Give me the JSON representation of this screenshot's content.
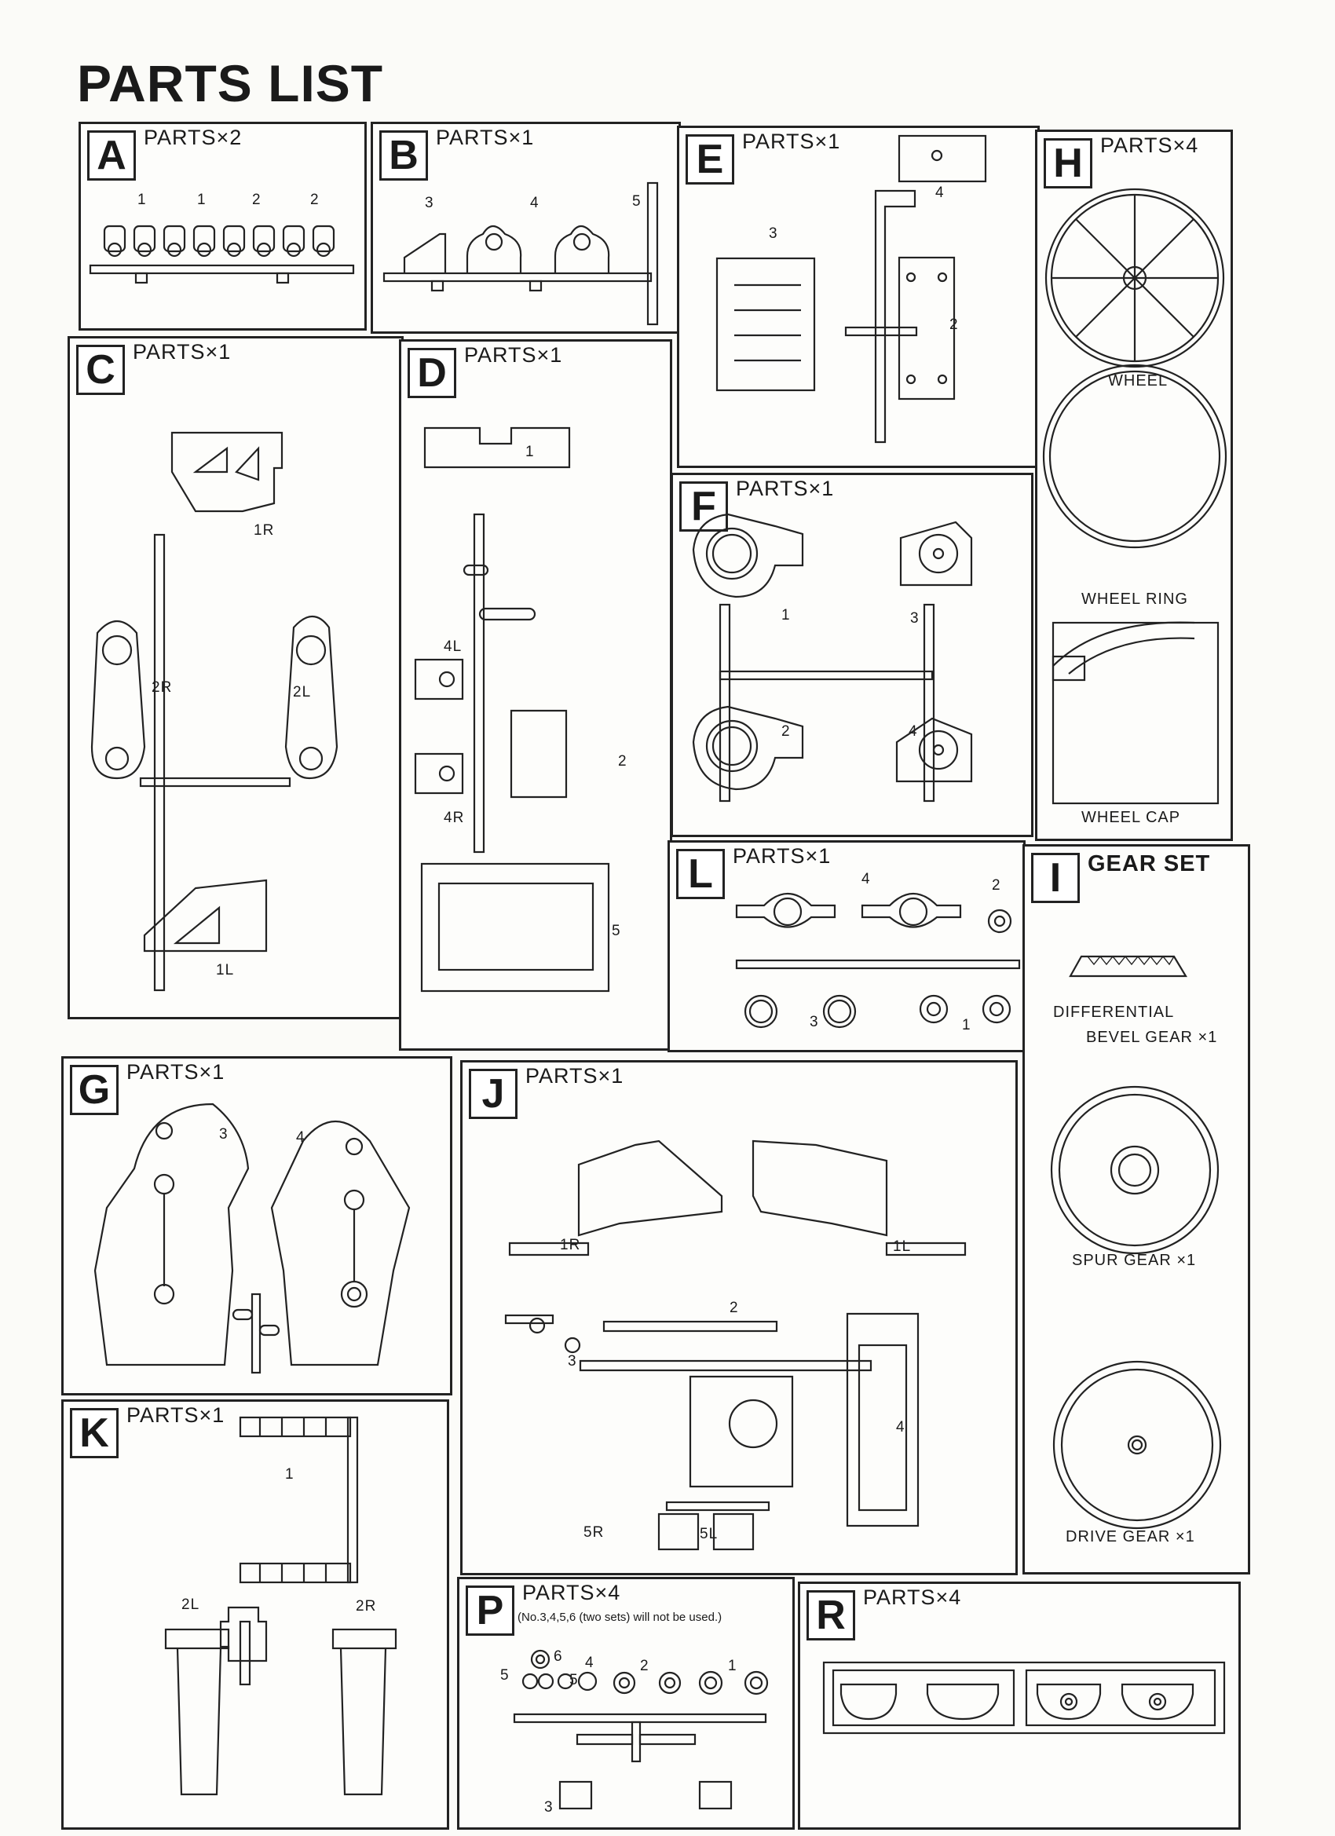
{
  "title": "PARTS LIST",
  "panels": {
    "A": {
      "letter": "A",
      "title": "PARTS×2",
      "labels": [
        "1",
        "1",
        "2",
        "2"
      ]
    },
    "B": {
      "letter": "B",
      "title": "PARTS×1",
      "labels": [
        "3",
        "4",
        "5"
      ]
    },
    "E": {
      "letter": "E",
      "title": "PARTS×1",
      "labels": [
        "4",
        "3",
        "2"
      ]
    },
    "H": {
      "letter": "H",
      "title": "PARTS×4",
      "captions": [
        "WHEEL",
        "WHEEL RING",
        "WHEEL CAP"
      ]
    },
    "C": {
      "letter": "C",
      "title": "PARTS×1",
      "labels": [
        "1R",
        "2R",
        "2L",
        "1L"
      ]
    },
    "D": {
      "letter": "D",
      "title": "PARTS×1",
      "labels": [
        "1",
        "4L",
        "2",
        "4R",
        "5"
      ]
    },
    "F": {
      "letter": "F",
      "title": "PARTS×1",
      "labels": [
        "1",
        "3",
        "2",
        "4"
      ]
    },
    "L": {
      "letter": "L",
      "title": "PARTS×1",
      "labels": [
        "4",
        "2",
        "3",
        "1"
      ]
    },
    "I": {
      "letter": "I",
      "title": "GEAR SET",
      "captions": [
        "DIFFERENTIAL",
        "BEVEL GEAR ×1",
        "SPUR GEAR ×1",
        "DRIVE GEAR ×1"
      ]
    },
    "G": {
      "letter": "G",
      "title": "PARTS×1",
      "labels": [
        "3",
        "4"
      ]
    },
    "J": {
      "letter": "J",
      "title": "PARTS×1",
      "labels": [
        "1R",
        "1L",
        "2",
        "3",
        "4",
        "5R",
        "5L"
      ]
    },
    "K": {
      "letter": "K",
      "title": "PARTS×1",
      "labels": [
        "1",
        "2L",
        "2R"
      ]
    },
    "P": {
      "letter": "P",
      "title": "PARTS×4",
      "note": "(No.3,4,5,6 (two sets) will not be used.)",
      "labels": [
        "6",
        "5",
        "5",
        "4",
        "2",
        "1",
        "3"
      ]
    },
    "R": {
      "letter": "R",
      "title": "PARTS×4"
    }
  }
}
